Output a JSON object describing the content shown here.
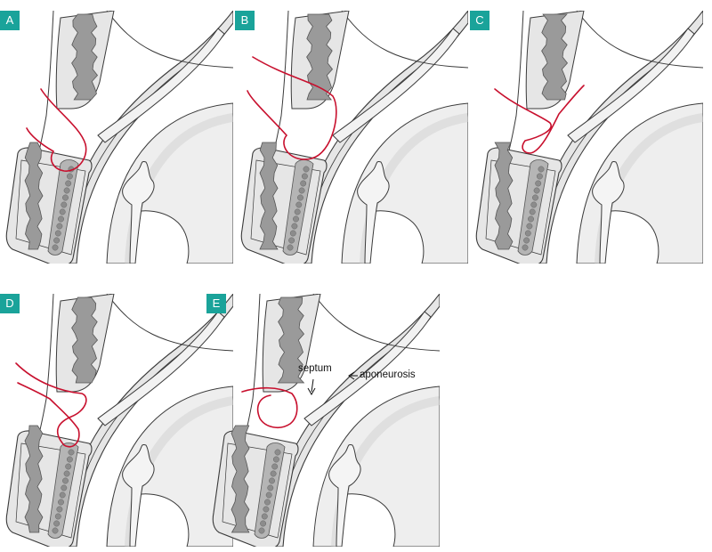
{
  "colors": {
    "tag_background": "#1aa39a",
    "suture": "#c8102e",
    "outline": "#3a3a3a",
    "tissue_fill": "#e6e6e6",
    "cartilage_fill": "#9a9a9a",
    "globe_fill": "#eeeeee"
  },
  "panels": [
    {
      "label": "A"
    },
    {
      "label": "B"
    },
    {
      "label": "C"
    },
    {
      "label": "D"
    },
    {
      "label": "E",
      "annotations": {
        "septum": "septum",
        "aponeurosis": "aponeurosis"
      }
    }
  ]
}
